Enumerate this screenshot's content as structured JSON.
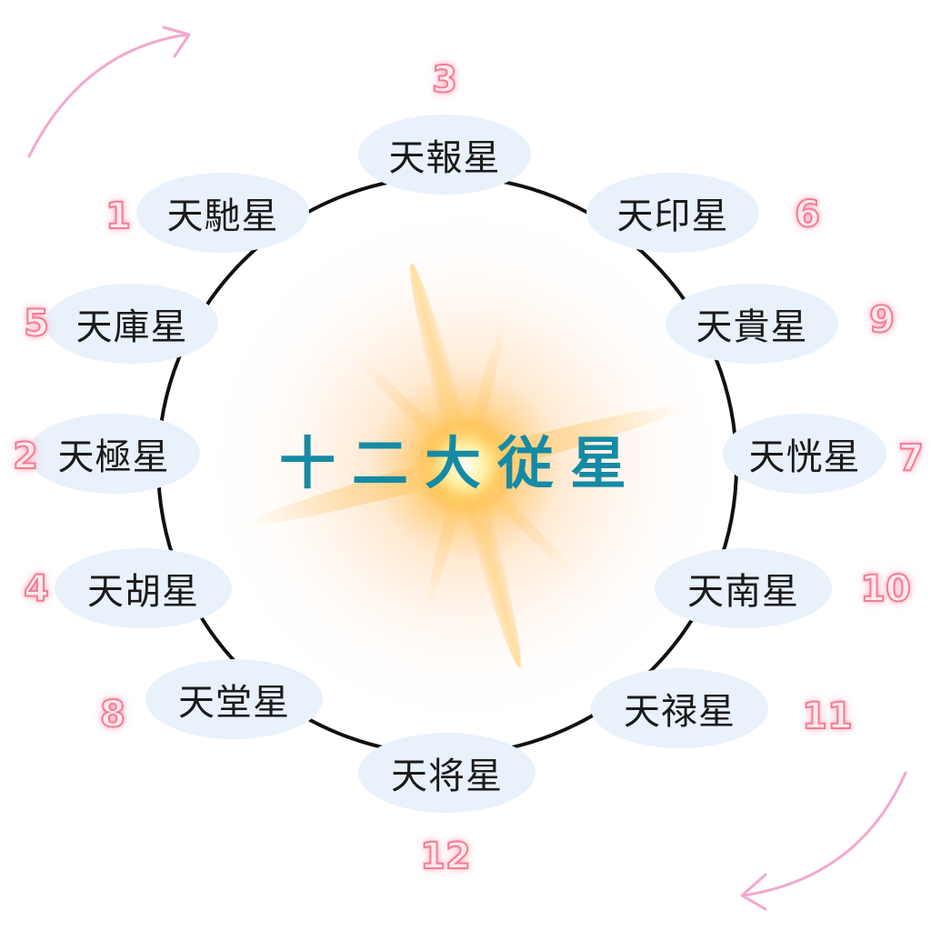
{
  "title": "十二大従星",
  "colors": {
    "ring": "#111111",
    "bubble": "#e9f1fb",
    "number": "#f27e94",
    "arrow": "#f3a8cf",
    "title": "#168aa5",
    "glow": "#ffb347"
  },
  "stars": [
    {
      "number": "1",
      "name": "天馳星"
    },
    {
      "number": "2",
      "name": "天極星"
    },
    {
      "number": "3",
      "name": "天報星"
    },
    {
      "number": "4",
      "name": "天胡星"
    },
    {
      "number": "5",
      "name": "天庫星"
    },
    {
      "number": "6",
      "name": "天印星"
    },
    {
      "number": "7",
      "name": "天恍星"
    },
    {
      "number": "8",
      "name": "天堂星"
    },
    {
      "number": "9",
      "name": "天貴星"
    },
    {
      "number": "10",
      "name": "天南星"
    },
    {
      "number": "11",
      "name": "天禄星"
    },
    {
      "number": "12",
      "name": "天将星"
    }
  ],
  "icons": [
    "clockwise-arrow-icon",
    "clockwise-arrow-icon"
  ]
}
